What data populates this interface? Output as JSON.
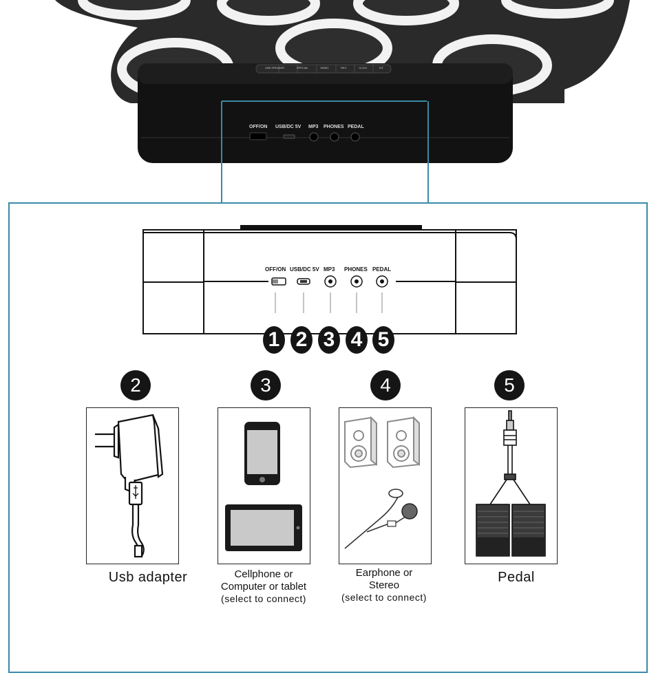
{
  "device_photo": {
    "top_buttons": [
      "USB SPEAKER",
      "SPECIAL",
      "DEMO",
      "REC",
      "CLICK",
      "KIT"
    ],
    "port_labels": [
      "OFF/ON",
      "USB/DC 5V",
      "MP3",
      "PHONES",
      "PEDAL"
    ]
  },
  "diagram": {
    "port_labels": [
      "OFF/ON",
      "USB/DC 5V",
      "MP3",
      "PHONES",
      "PEDAL"
    ],
    "port_numbers": [
      "1",
      "2",
      "3",
      "4",
      "5"
    ]
  },
  "accessories": [
    {
      "number": "2",
      "icon": "power-adapter-icon",
      "caption_lines": [
        "Usb adapter"
      ],
      "caption_sub": ""
    },
    {
      "number": "3",
      "icon": "phone-tablet-icon",
      "caption_lines": [
        "Cellphone  or",
        "Computer or  tablet"
      ],
      "caption_sub": "(select to connect)"
    },
    {
      "number": "4",
      "icon": "speaker-earphone-icon",
      "caption_lines": [
        "Earphone or",
        "Stereo"
      ],
      "caption_sub": "(select  to  connect)"
    },
    {
      "number": "5",
      "icon": "pedal-icon",
      "caption_lines": [
        "Pedal"
      ],
      "caption_sub": ""
    }
  ],
  "colors": {
    "callout_line": "#3a8aa8",
    "device_body": "#111111",
    "pad_ring": "#f2f2f2",
    "badge": "#151515"
  }
}
